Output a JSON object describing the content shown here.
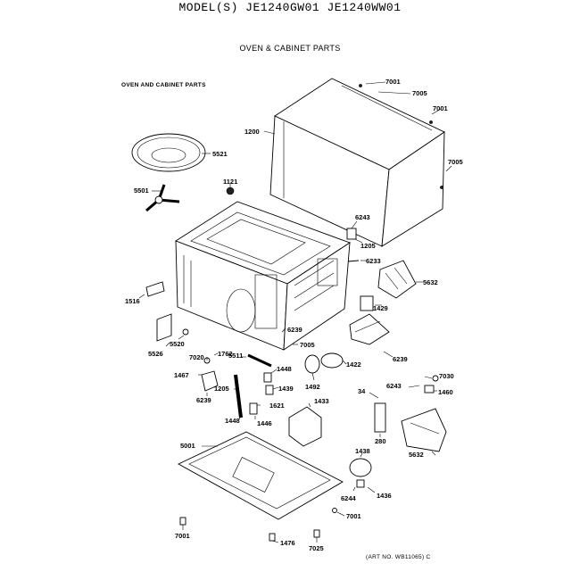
{
  "header": {
    "model_line": "MODEL(S) JE1240GW01 JE1240WW01",
    "subtitle": "OVEN & CABINET PARTS",
    "section_label": "OVEN AND CABINET PARTS",
    "art_number": "(ART NO. WB11065) C"
  },
  "labels": {
    "l7001a": "7001",
    "l7005a": "7005",
    "l7001b": "7001",
    "l1200": "1200",
    "l7005b": "7005",
    "l5521": "5521",
    "l5501": "5501",
    "l1121": "1121",
    "l6243a": "6243",
    "l1205a": "1205",
    "l6233": "6233",
    "l5632a": "5632",
    "l1516": "1516",
    "l1429": "1429",
    "l5520": "5520",
    "l6239a": "6239",
    "l5526": "5526",
    "l7020": "7020",
    "l1762": "1762",
    "l7005c": "7005",
    "l6239b": "6239",
    "l5511": "5511",
    "l1422": "1422",
    "l1448a": "1448",
    "l7030": "7030",
    "l1467": "1467",
    "l1439": "1439",
    "l1492": "1492",
    "l6243b": "6243",
    "l34": "34",
    "l1460": "1460",
    "l1205b": "1205",
    "l6239c": "6239",
    "l1621": "1621",
    "l1433": "1433",
    "l1448b": "1448",
    "l1446": "1446",
    "l280": "280",
    "l5632b": "5632",
    "l5001": "5001",
    "l1438": "1438",
    "l6244": "6244",
    "l1436": "1436",
    "l7001c": "7001",
    "l7001d": "7001",
    "l1476": "1476",
    "l7025": "7025"
  }
}
